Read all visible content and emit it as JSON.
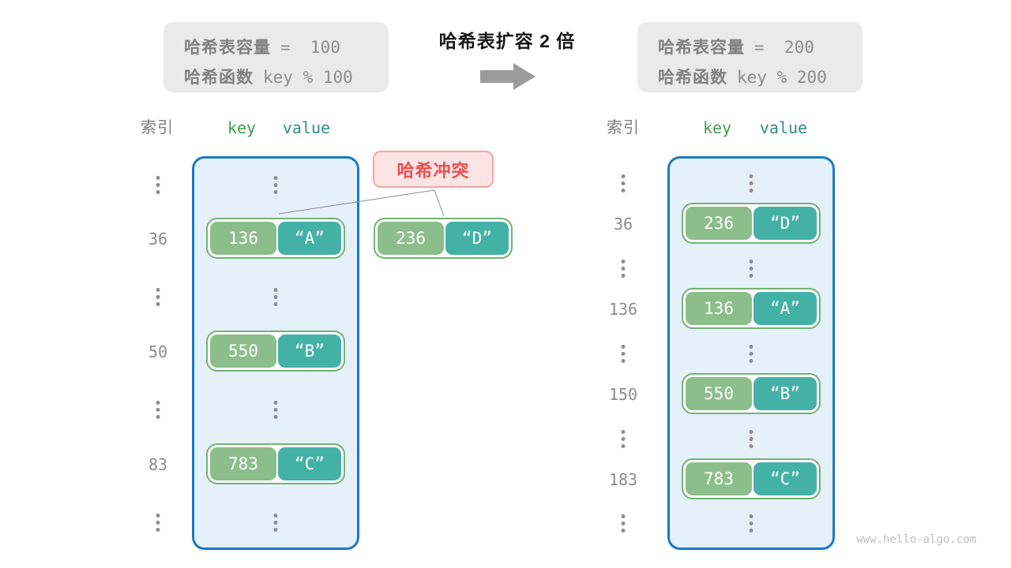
{
  "header": {
    "left_box": {
      "line1_label": "哈希表容量",
      "line1_value": "=  100",
      "line2_label": "哈希函数",
      "line2_value": "key % 100"
    },
    "title": "哈希表扩容 2 倍",
    "right_box": {
      "line1_label": "哈希表容量",
      "line1_value": "=  200",
      "line2_label": "哈希函数",
      "line2_value": "key % 200"
    }
  },
  "collision": {
    "label": "哈希冲突",
    "entry": {
      "key": "236",
      "value": "“D”"
    }
  },
  "left_table": {
    "headers": {
      "index": "索引",
      "key": "key",
      "value": "value"
    },
    "entries": [
      {
        "index": "36",
        "key": "136",
        "value": "“A”"
      },
      {
        "index": "50",
        "key": "550",
        "value": "“B”"
      },
      {
        "index": "83",
        "key": "783",
        "value": "“C”"
      }
    ]
  },
  "right_table": {
    "headers": {
      "index": "索引",
      "key": "key",
      "value": "value"
    },
    "entries": [
      {
        "index": "36",
        "key": "236",
        "value": "“D”"
      },
      {
        "index": "136",
        "key": "136",
        "value": "“A”"
      },
      {
        "index": "150",
        "key": "550",
        "value": "“B”"
      },
      {
        "index": "183",
        "key": "783",
        "value": "“C”"
      }
    ]
  },
  "watermark": "www.hello-algo.com",
  "colors": {
    "container_border": "#1b79c5",
    "container_fill": "#e4f0fa",
    "key_cell": "#8cbe8c",
    "value_cell": "#44b1a7",
    "pill_border": "#74b274",
    "collision_text": "#e94f4f",
    "collision_fill": "#fce4e4",
    "collision_border": "#f2a5a5",
    "gray_box_fill": "#eaeaea",
    "muted_text": "#8b8b8b",
    "key_header_text": "#3f9e4c",
    "value_header_text": "#2e8e86",
    "arrow_gray": "#9b9b9b"
  }
}
